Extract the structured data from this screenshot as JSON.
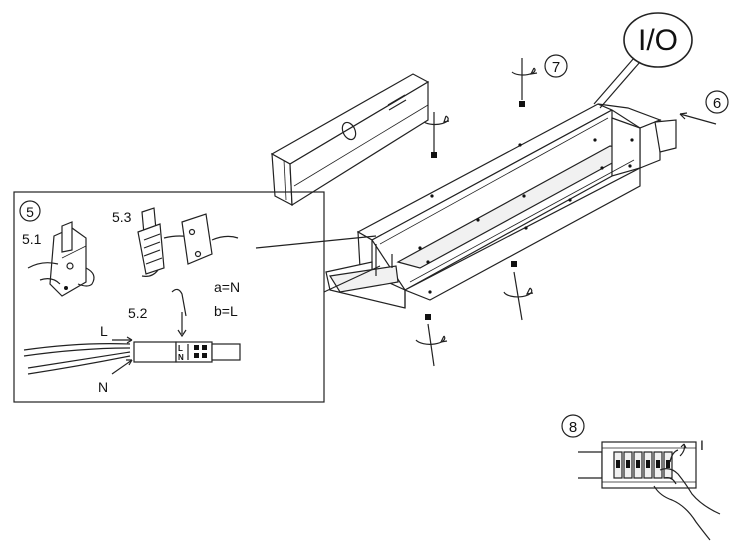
{
  "callouts": {
    "io": "I/O",
    "step6": "6",
    "step7": "7",
    "step5": "5",
    "step8": "8"
  },
  "inset": {
    "sub51": "5.1",
    "sub52": "5.2",
    "sub53": "5.3",
    "wire_l": "L",
    "wire_n": "N",
    "a_eq": "a=N",
    "b_eq": "b=L",
    "terminal_l": "L",
    "terminal_n": "N"
  },
  "breaker": {
    "switch_label": "I"
  },
  "colors": {
    "line": "#222222",
    "background": "#ffffff"
  }
}
